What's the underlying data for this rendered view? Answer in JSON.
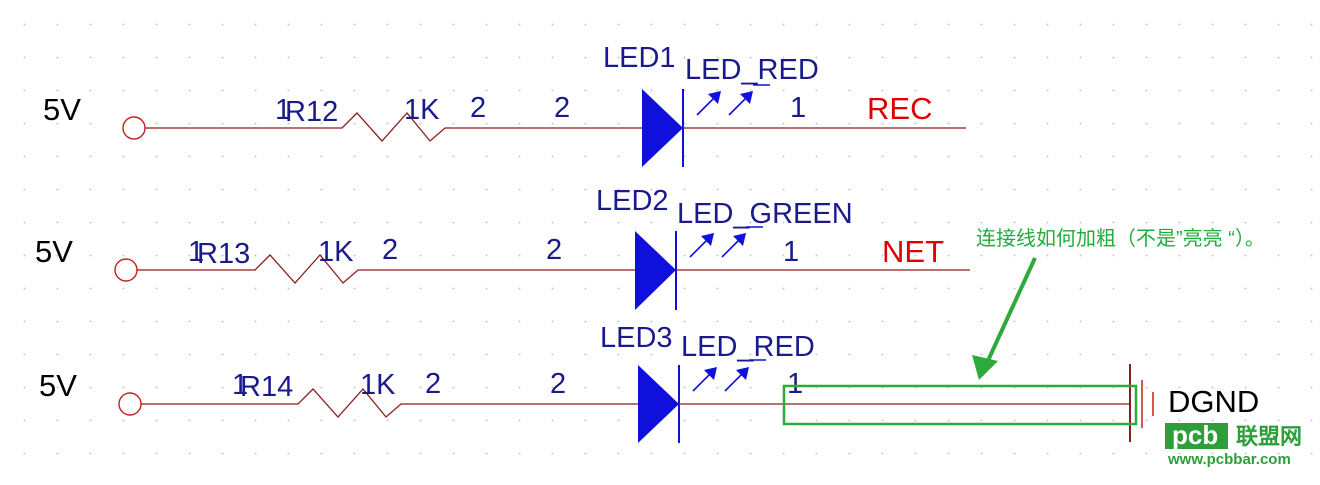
{
  "rows": [
    {
      "voltage": "5V",
      "resistor": {
        "ref": "R12",
        "pin1": "1",
        "value": "1K",
        "pin2": "2"
      },
      "led": {
        "ref": "LED1",
        "type": "LED_RED",
        "pin2": "2",
        "pin1": "1"
      },
      "net": "REC"
    },
    {
      "voltage": "5V",
      "resistor": {
        "ref": "R13",
        "pin1": "1",
        "value": "1K",
        "pin2": "2"
      },
      "led": {
        "ref": "LED2",
        "type": "LED_GREEN",
        "pin2": "2",
        "pin1": "1"
      },
      "net": "NET"
    },
    {
      "voltage": "5V",
      "resistor": {
        "ref": "R14",
        "pin1": "1",
        "value": "1K",
        "pin2": "2"
      },
      "led": {
        "ref": "LED3",
        "type": "LED_RED",
        "pin2": "2",
        "pin1": "1"
      },
      "net": ""
    }
  ],
  "ground_label": "DGND",
  "annotation": "连接线如何加粗（不是”亮亮 “）。",
  "watermark": {
    "logo": "pcb",
    "cn": "联盟网",
    "url": "www.pcbbar.com"
  },
  "colors": {
    "wire": "#8a1f1f",
    "component": "#1010dd",
    "net_label": "#e00000",
    "annotation": "#1fae3a"
  }
}
